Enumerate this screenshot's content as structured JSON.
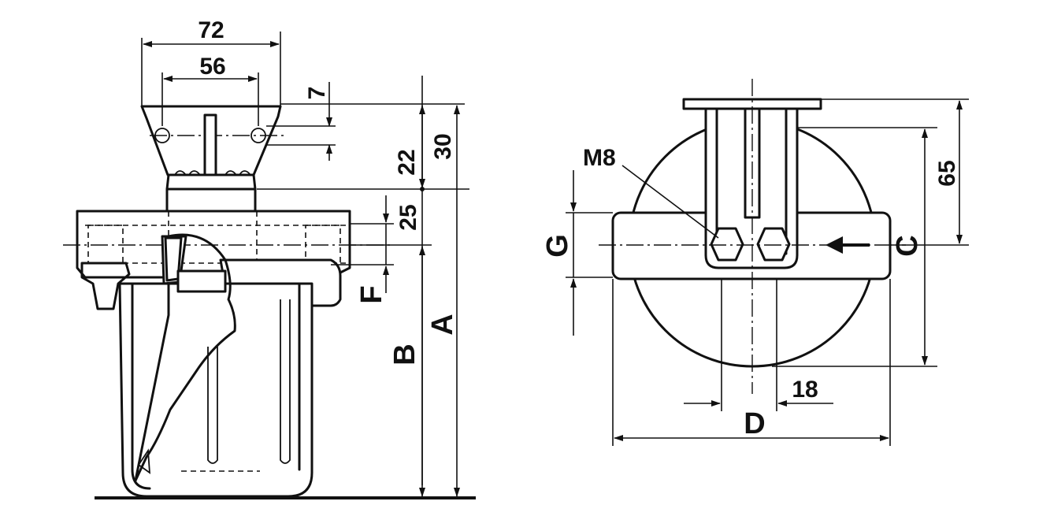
{
  "drawing": {
    "dimensions": {
      "d72": "72",
      "d56": "56",
      "d7": "7",
      "d22": "22",
      "d30": "30",
      "d25": "25",
      "d65": "65",
      "d18": "18",
      "thread": "M8"
    },
    "letters": {
      "A": "A",
      "B": "B",
      "C": "C",
      "D": "D",
      "F": "F",
      "G": "G"
    }
  }
}
